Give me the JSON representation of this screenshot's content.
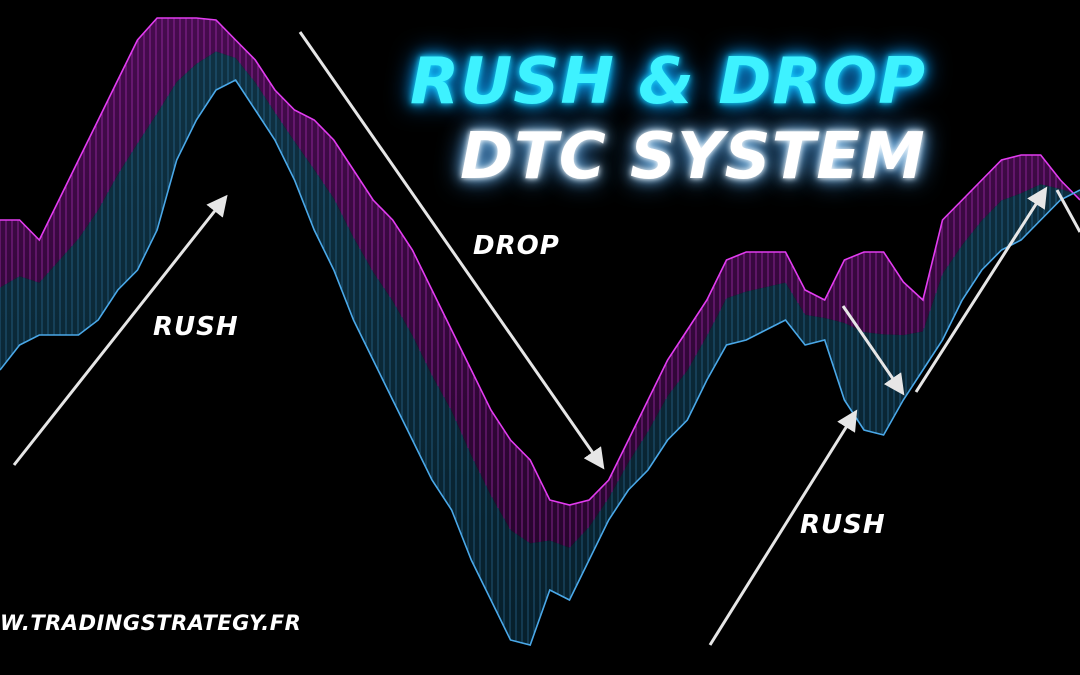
{
  "title": {
    "line1": "RUSH & DROP",
    "line2": "DTC SYSTEM"
  },
  "labels": {
    "rush_left": "RUSH",
    "drop": "DROP",
    "rush_right": "RUSH"
  },
  "website": "W.TRADINGSTRATEGY.FR",
  "colors": {
    "background": "#000000",
    "upper_line": "#e23cf0",
    "upper_fill": "#3a0a40",
    "lower_line": "#4aa8e8",
    "lower_fill": "#0c2c3c",
    "arrow": "#e6e6e6",
    "title_primary": "#3ef2ff",
    "title_secondary": "#ffffff"
  },
  "chart_data": {
    "type": "area",
    "series": [
      {
        "values": [
          220,
          220,
          240,
          200,
          160,
          120,
          80,
          40,
          18,
          18,
          18,
          20,
          40,
          60,
          90,
          110,
          120,
          140,
          170,
          200,
          220,
          250,
          290,
          330,
          370,
          410,
          440,
          460,
          500,
          505,
          500,
          480,
          440,
          400,
          360,
          330,
          300,
          260,
          252,
          252,
          252,
          290,
          300,
          260,
          252,
          252,
          282,
          300,
          220,
          200,
          180,
          160,
          155,
          155,
          180,
          200
        ]
      },
      {
        "values": [
          370,
          345,
          335,
          335,
          335,
          320,
          290,
          270,
          230,
          160,
          120,
          90,
          80,
          110,
          140,
          180,
          230,
          270,
          320,
          360,
          400,
          440,
          480,
          510,
          560,
          600,
          640,
          645,
          590,
          600,
          560,
          520,
          490,
          470,
          440,
          420,
          380,
          345,
          340,
          330,
          320,
          345,
          340,
          400,
          430,
          435,
          400,
          370,
          340,
          300,
          270,
          250,
          240,
          220,
          200,
          190
        ]
      }
    ],
    "annotations": [
      "RUSH",
      "DROP",
      "RUSH"
    ]
  }
}
